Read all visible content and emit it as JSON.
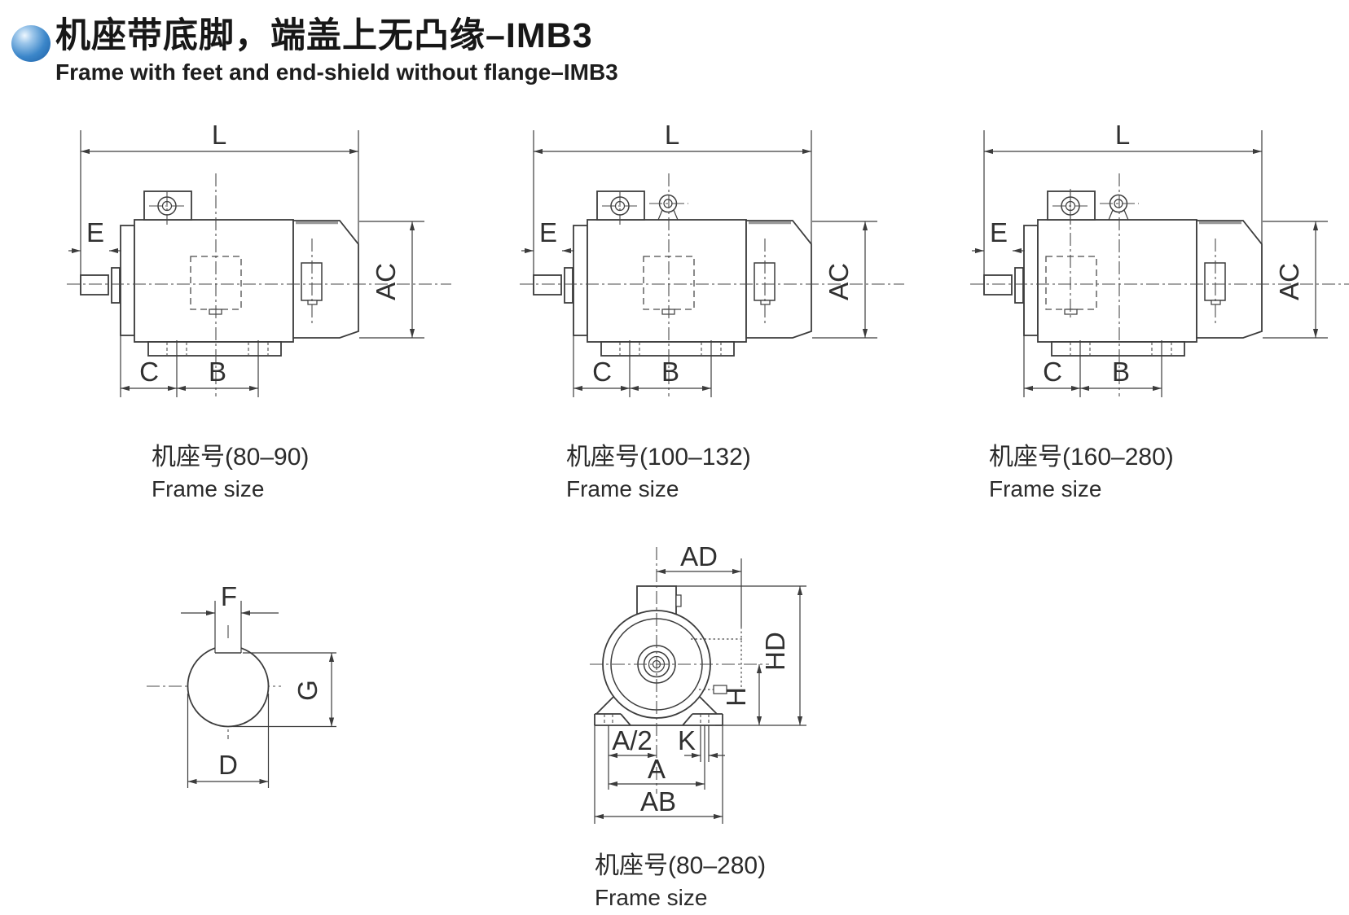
{
  "header": {
    "title_cn": "机座带底脚，端盖上无凸缘–IMB3",
    "title_en": "Frame with feet and end-shield without flange–IMB3",
    "bullet_icon": "blue-sphere",
    "bullet_color": "#2a76c4"
  },
  "colors": {
    "line": "#3c3c3c",
    "text": "#303030"
  },
  "figures": {
    "side_views": [
      {
        "caption_cn": "机座号(80–90)",
        "caption_en": "Frame size",
        "has_eyebolt": false,
        "labels": {
          "L": "L",
          "E": "E",
          "AC": "AC",
          "C": "C",
          "B": "B"
        }
      },
      {
        "caption_cn": "机座号(100–132)",
        "caption_en": "Frame size",
        "has_eyebolt": true,
        "labels": {
          "L": "L",
          "E": "E",
          "AC": "AC",
          "C": "C",
          "B": "B"
        }
      },
      {
        "caption_cn": "机座号(160–280)",
        "caption_en": "Frame size",
        "has_eyebolt": true,
        "labels": {
          "L": "L",
          "E": "E",
          "AC": "AC",
          "C": "C",
          "B": "B"
        }
      }
    ],
    "shaft_section": {
      "labels": {
        "F": "F",
        "G": "G",
        "D": "D"
      }
    },
    "front_view": {
      "caption_cn": "机座号(80–280)",
      "caption_en": "Frame size",
      "labels": {
        "AD": "AD",
        "HD": "HD",
        "H": "H",
        "A_half": "A/2",
        "K": "K",
        "A": "A",
        "AB": "AB"
      }
    }
  }
}
